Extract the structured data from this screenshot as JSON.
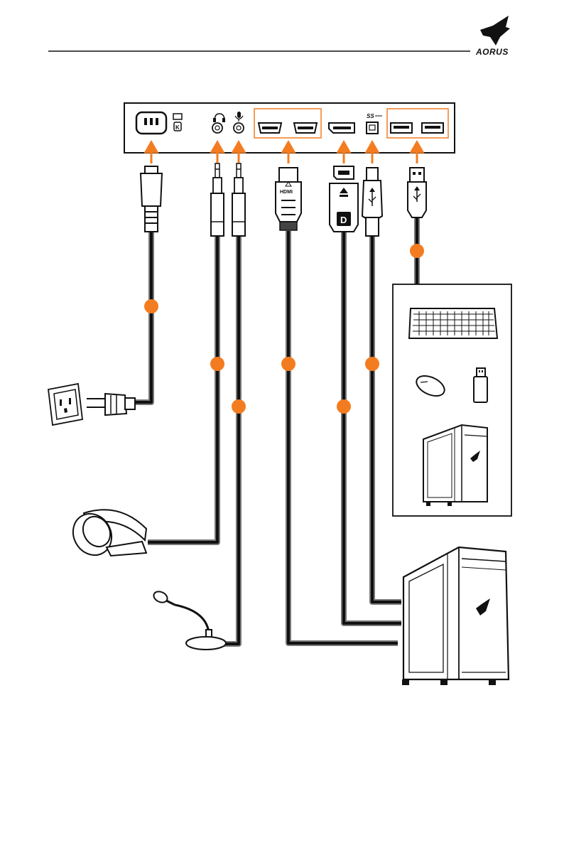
{
  "brand": {
    "logo_text": "AORUS"
  },
  "monitor_panel": {
    "ports": [
      {
        "name": "power-ac-in",
        "icon": "power-socket-icon"
      },
      {
        "name": "kensington-lock",
        "icon": "kensington-lock-icon"
      },
      {
        "name": "headphone-jack",
        "icon": "headphone-icon"
      },
      {
        "name": "microphone-jack",
        "icon": "microphone-icon"
      },
      {
        "name": "hdmi-port-1",
        "icon": "hdmi-port-icon"
      },
      {
        "name": "hdmi-port-2",
        "icon": "hdmi-port-icon"
      },
      {
        "name": "displayport",
        "icon": "displayport-icon"
      },
      {
        "name": "usb-upstream",
        "icon": "usb-b-port-icon",
        "label": "SS"
      },
      {
        "name": "usb-downstream-1",
        "icon": "usb-a-port-icon"
      },
      {
        "name": "usb-downstream-2",
        "icon": "usb-a-port-icon"
      }
    ]
  },
  "connectors": {
    "hdmi_label": "HDMI",
    "displayport_label": "D"
  },
  "devices": {
    "wall_outlet": "wall-outlet-icon",
    "headphones": "headphones-icon",
    "microphone": "microphone-stand-icon",
    "keyboard": "keyboard-icon",
    "mouse": "mouse-icon",
    "usb_drive": "usb-flash-drive-icon",
    "computer": "pc-tower-icon"
  },
  "colors": {
    "accent": "#F47C20",
    "cable": "#1A1A1A"
  }
}
